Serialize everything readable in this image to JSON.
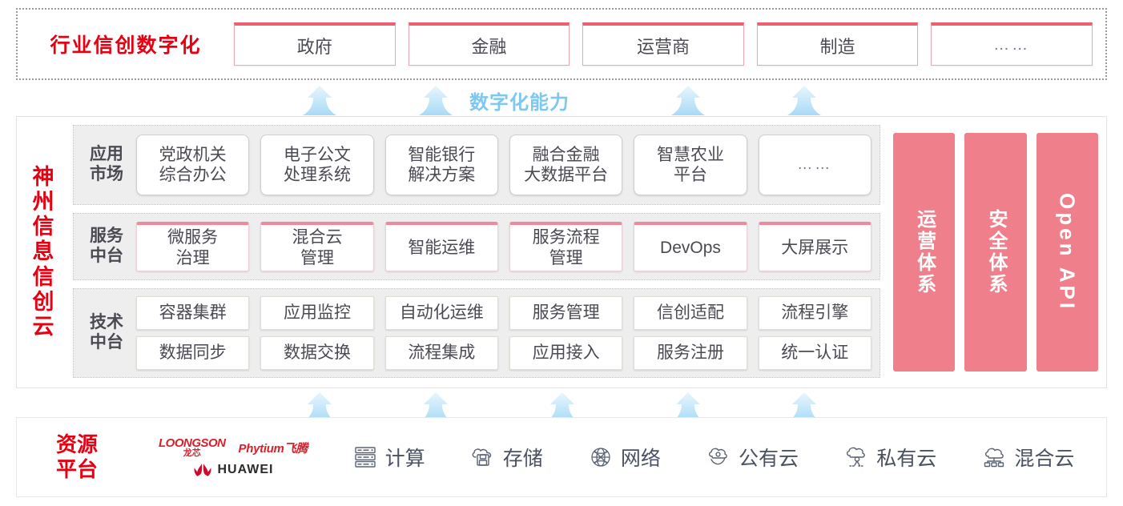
{
  "industry": {
    "title": "行业信创数字化",
    "boxes": [
      {
        "label": "政府"
      },
      {
        "label": "金融"
      },
      {
        "label": "运营商"
      },
      {
        "label": "制造"
      },
      {
        "label": "……"
      }
    ]
  },
  "connector": {
    "digital_capability_label": "数字化能力",
    "arrow_icon": "up-arrow-icon",
    "top_arrow_count": 4,
    "bottom_arrow_count": 5
  },
  "cloud": {
    "title": "神州信息信创云",
    "tiers": [
      {
        "key": "app-market",
        "label": "应用市场",
        "items": [
          {
            "label": "党政机关\n综合办公"
          },
          {
            "label": "电子公文\n处理系统"
          },
          {
            "label": "智能银行\n解决方案"
          },
          {
            "label": "融合金融\n大数据平台"
          },
          {
            "label": "智慧农业\n平台"
          },
          {
            "label": "……"
          }
        ]
      },
      {
        "key": "service-platform",
        "label": "服务中台",
        "items": [
          {
            "label": "微服务\n治理"
          },
          {
            "label": "混合云\n管理"
          },
          {
            "label": "智能运维"
          },
          {
            "label": "服务流程\n管理"
          },
          {
            "label": "DevOps"
          },
          {
            "label": "大屏展示"
          }
        ]
      },
      {
        "key": "tech-platform",
        "label": "技术中台",
        "rows": [
          [
            {
              "label": "容器集群"
            },
            {
              "label": "应用监控"
            },
            {
              "label": "自动化运维"
            },
            {
              "label": "服务管理"
            },
            {
              "label": "信创适配"
            },
            {
              "label": "流程引擎"
            }
          ],
          [
            {
              "label": "数据同步"
            },
            {
              "label": "数据交换"
            },
            {
              "label": "流程集成"
            },
            {
              "label": "应用接入"
            },
            {
              "label": "服务注册"
            },
            {
              "label": "统一认证"
            }
          ]
        ]
      }
    ],
    "pillars": [
      {
        "label": "运营体系",
        "latin": false
      },
      {
        "label": "安全体系",
        "latin": false
      },
      {
        "label": "Open API",
        "latin": true
      }
    ]
  },
  "resource": {
    "title": "资源平台",
    "vendors": [
      {
        "name_en": "LOONGSON",
        "name_cn": "龙芯",
        "icon": "loongson-logo"
      },
      {
        "name": "Phytium飞腾",
        "icon": "phytium-logo"
      },
      {
        "name": "HUAWEI",
        "icon": "huawei-logo"
      }
    ],
    "items": [
      {
        "label": "计算",
        "icon": "server-rack-icon"
      },
      {
        "label": "存储",
        "icon": "cloud-storage-icon"
      },
      {
        "label": "网络",
        "icon": "network-globe-icon"
      },
      {
        "label": "公有云",
        "icon": "public-cloud-icon"
      },
      {
        "label": "私有云",
        "icon": "private-cloud-icon"
      },
      {
        "label": "混合云",
        "icon": "hybrid-cloud-icon"
      }
    ]
  },
  "colors": {
    "brand_red": "#e60012",
    "pillar_pink": "#ef7f8b",
    "card_accent_pink": "#ef5f72",
    "arrow_blue": "#9fd6f5",
    "tier_bg": "#eeeeee"
  }
}
